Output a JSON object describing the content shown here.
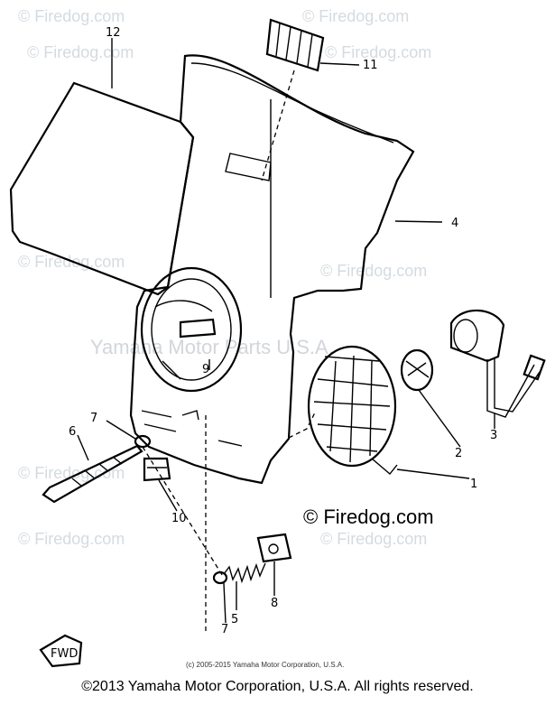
{
  "watermarks": {
    "tile": "© Firedog.com",
    "center": "Yamaha Motor Parts U.S.A.",
    "middle_right": "© Firedog.com"
  },
  "copyright_small": "(c) 2005-2015 Yamaha Motor Corporation, U.S.A.",
  "footer": "©2013 Yamaha Motor Corporation, U.S.A. All rights reserved.",
  "callouts": {
    "c1": "1",
    "c2": "2",
    "c3": "3",
    "c4": "4",
    "c5": "5",
    "c6": "6",
    "c7a": "7",
    "c7b": "7",
    "c8": "8",
    "c9": "9",
    "c10": "10",
    "c11": "11",
    "c12": "12"
  },
  "fwd_mark": "FWD"
}
